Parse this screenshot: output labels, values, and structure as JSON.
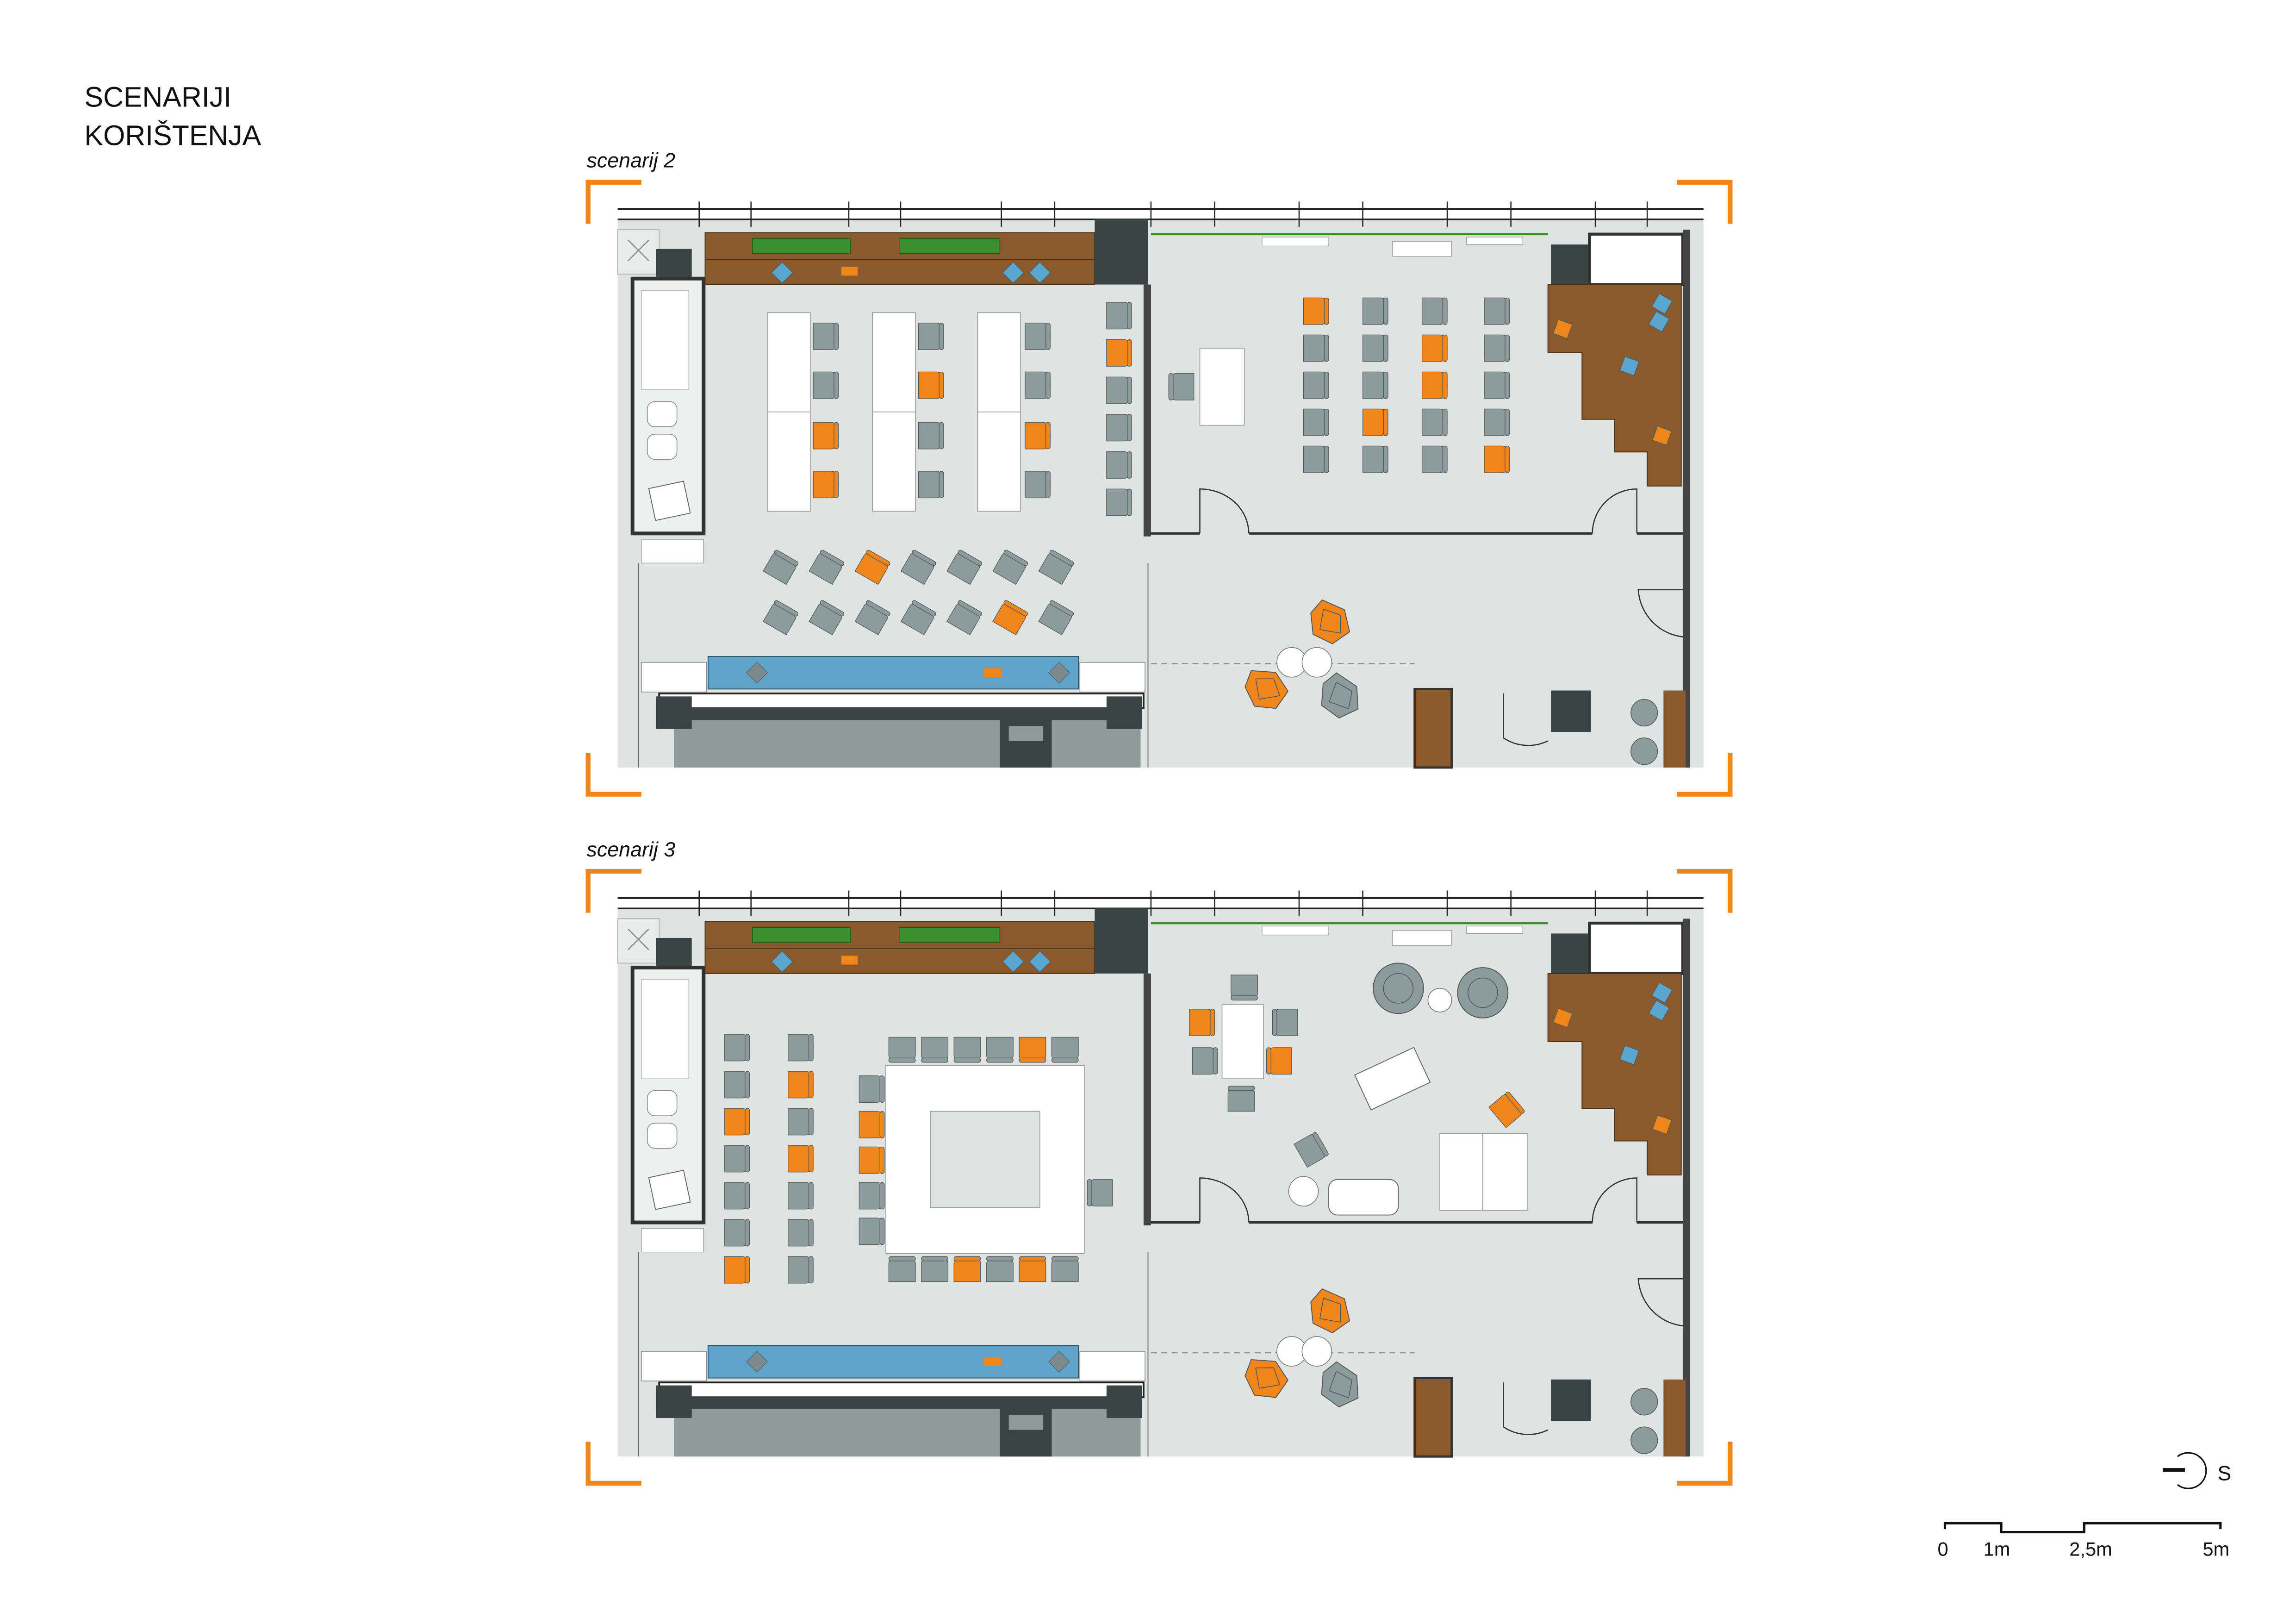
{
  "title": {
    "line1": "SCENARIJI",
    "line2": "KORIŠTENJA"
  },
  "plans": [
    {
      "label": "scenarij 2"
    },
    {
      "label": "scenarij 3"
    }
  ],
  "north_arrow": {
    "label": "S"
  },
  "scale_bar": {
    "ticks": [
      "0",
      "1m",
      "2,5m",
      "5m"
    ]
  },
  "colors": {
    "accent_orange": "#f08519",
    "chair_gray": "#8c9b9c",
    "floor": "#dfe4e3",
    "wood": "#8a5a2c",
    "bench_blue": "#5ea3c9",
    "wall_dark": "#3b4444",
    "cushion_blue": "#5aa6cf"
  }
}
